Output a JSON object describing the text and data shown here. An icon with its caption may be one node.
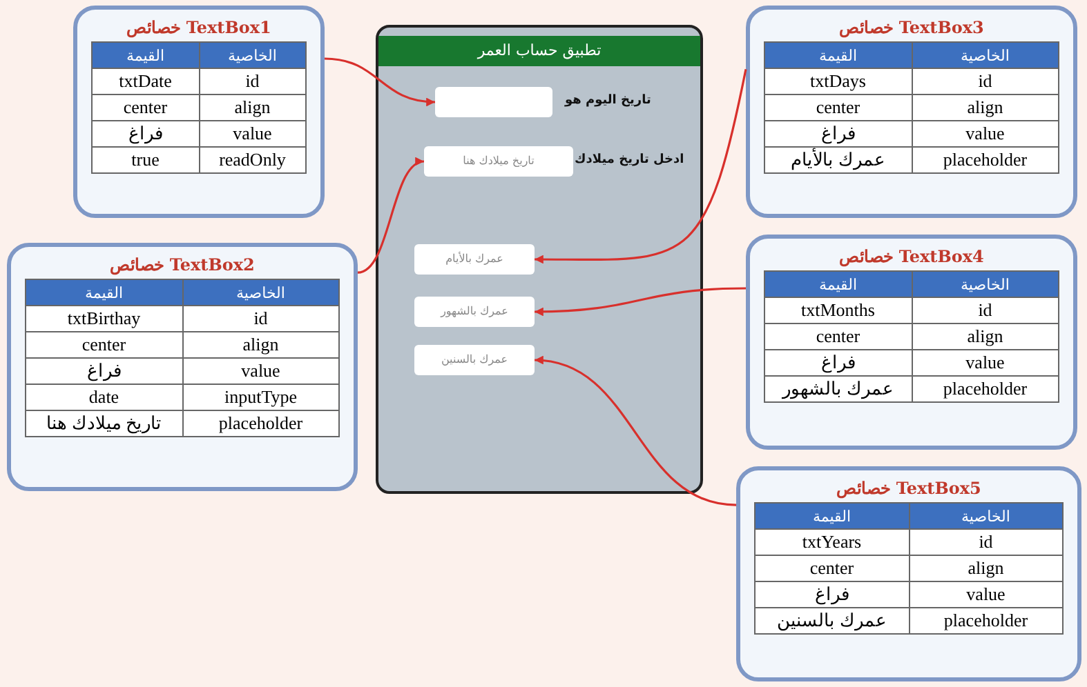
{
  "diagram": {
    "nodes": [
      {
        "text": [
          "خصائص TextBox1",
          "الخاصية",
          "القيمة",
          "id",
          "txtDate",
          "align",
          "center",
          "value",
          "فراغ",
          "readOnly",
          "true"
        ]
      },
      {
        "text": [
          "خصائص TextBox2",
          "الخاصية",
          "القيمة",
          "id",
          "txtBirthay",
          "align",
          "center",
          "value",
          "فراغ",
          "inputType",
          "date",
          "placeholder",
          "تاريخ ميلادك هنا"
        ]
      },
      {
        "text": [
          "تطبيق حساب العمر"
        ]
      },
      {
        "text": [],
        "shape": "box",
        "in": 2,
        "beside": [
          "تاريخ اليوم هو"
        ]
      },
      {
        "text": [
          "تاريخ ميلادك هنا"
        ],
        "in": 2,
        "beside": [
          "ادخل تاريخ ميلادك"
        ]
      },
      {
        "text": [
          "عمرك بالأيام"
        ],
        "in": 2
      },
      {
        "text": [
          "عمرك بالشهور"
        ],
        "in": 2
      },
      {
        "text": [
          "عمرك بالسنين"
        ],
        "in": 2
      },
      {
        "text": [
          "خصائص TextBox3",
          "الخاصية",
          "القيمة",
          "id",
          "txtDays",
          "align",
          "center",
          "value",
          "فراغ",
          "placeholder",
          "عمرك بالأيام"
        ]
      },
      {
        "text": [
          "خصائص TextBox4",
          "الخاصية",
          "القيمة",
          "id",
          "txtMonths",
          "align",
          "center",
          "value",
          "فراغ",
          "placeholder",
          "عمرك بالشهور"
        ]
      },
      {
        "text": [
          "خصائص TextBox5",
          "الخاصية",
          "القيمة",
          "id",
          "txtYears",
          "align",
          "center",
          "value",
          "فراغ",
          "placeholder",
          "عمرك بالسنين"
        ]
      }
    ],
    "edges": [
      {
        "from": 0,
        "to": 3,
        "arrow": "to"
      },
      {
        "from": 1,
        "to": 4,
        "arrow": "to"
      },
      {
        "from": 8,
        "to": 5,
        "arrow": "to"
      },
      {
        "from": 9,
        "to": 6,
        "arrow": "to"
      },
      {
        "from": 10,
        "to": 7,
        "arrow": "to"
      }
    ]
  }
}
